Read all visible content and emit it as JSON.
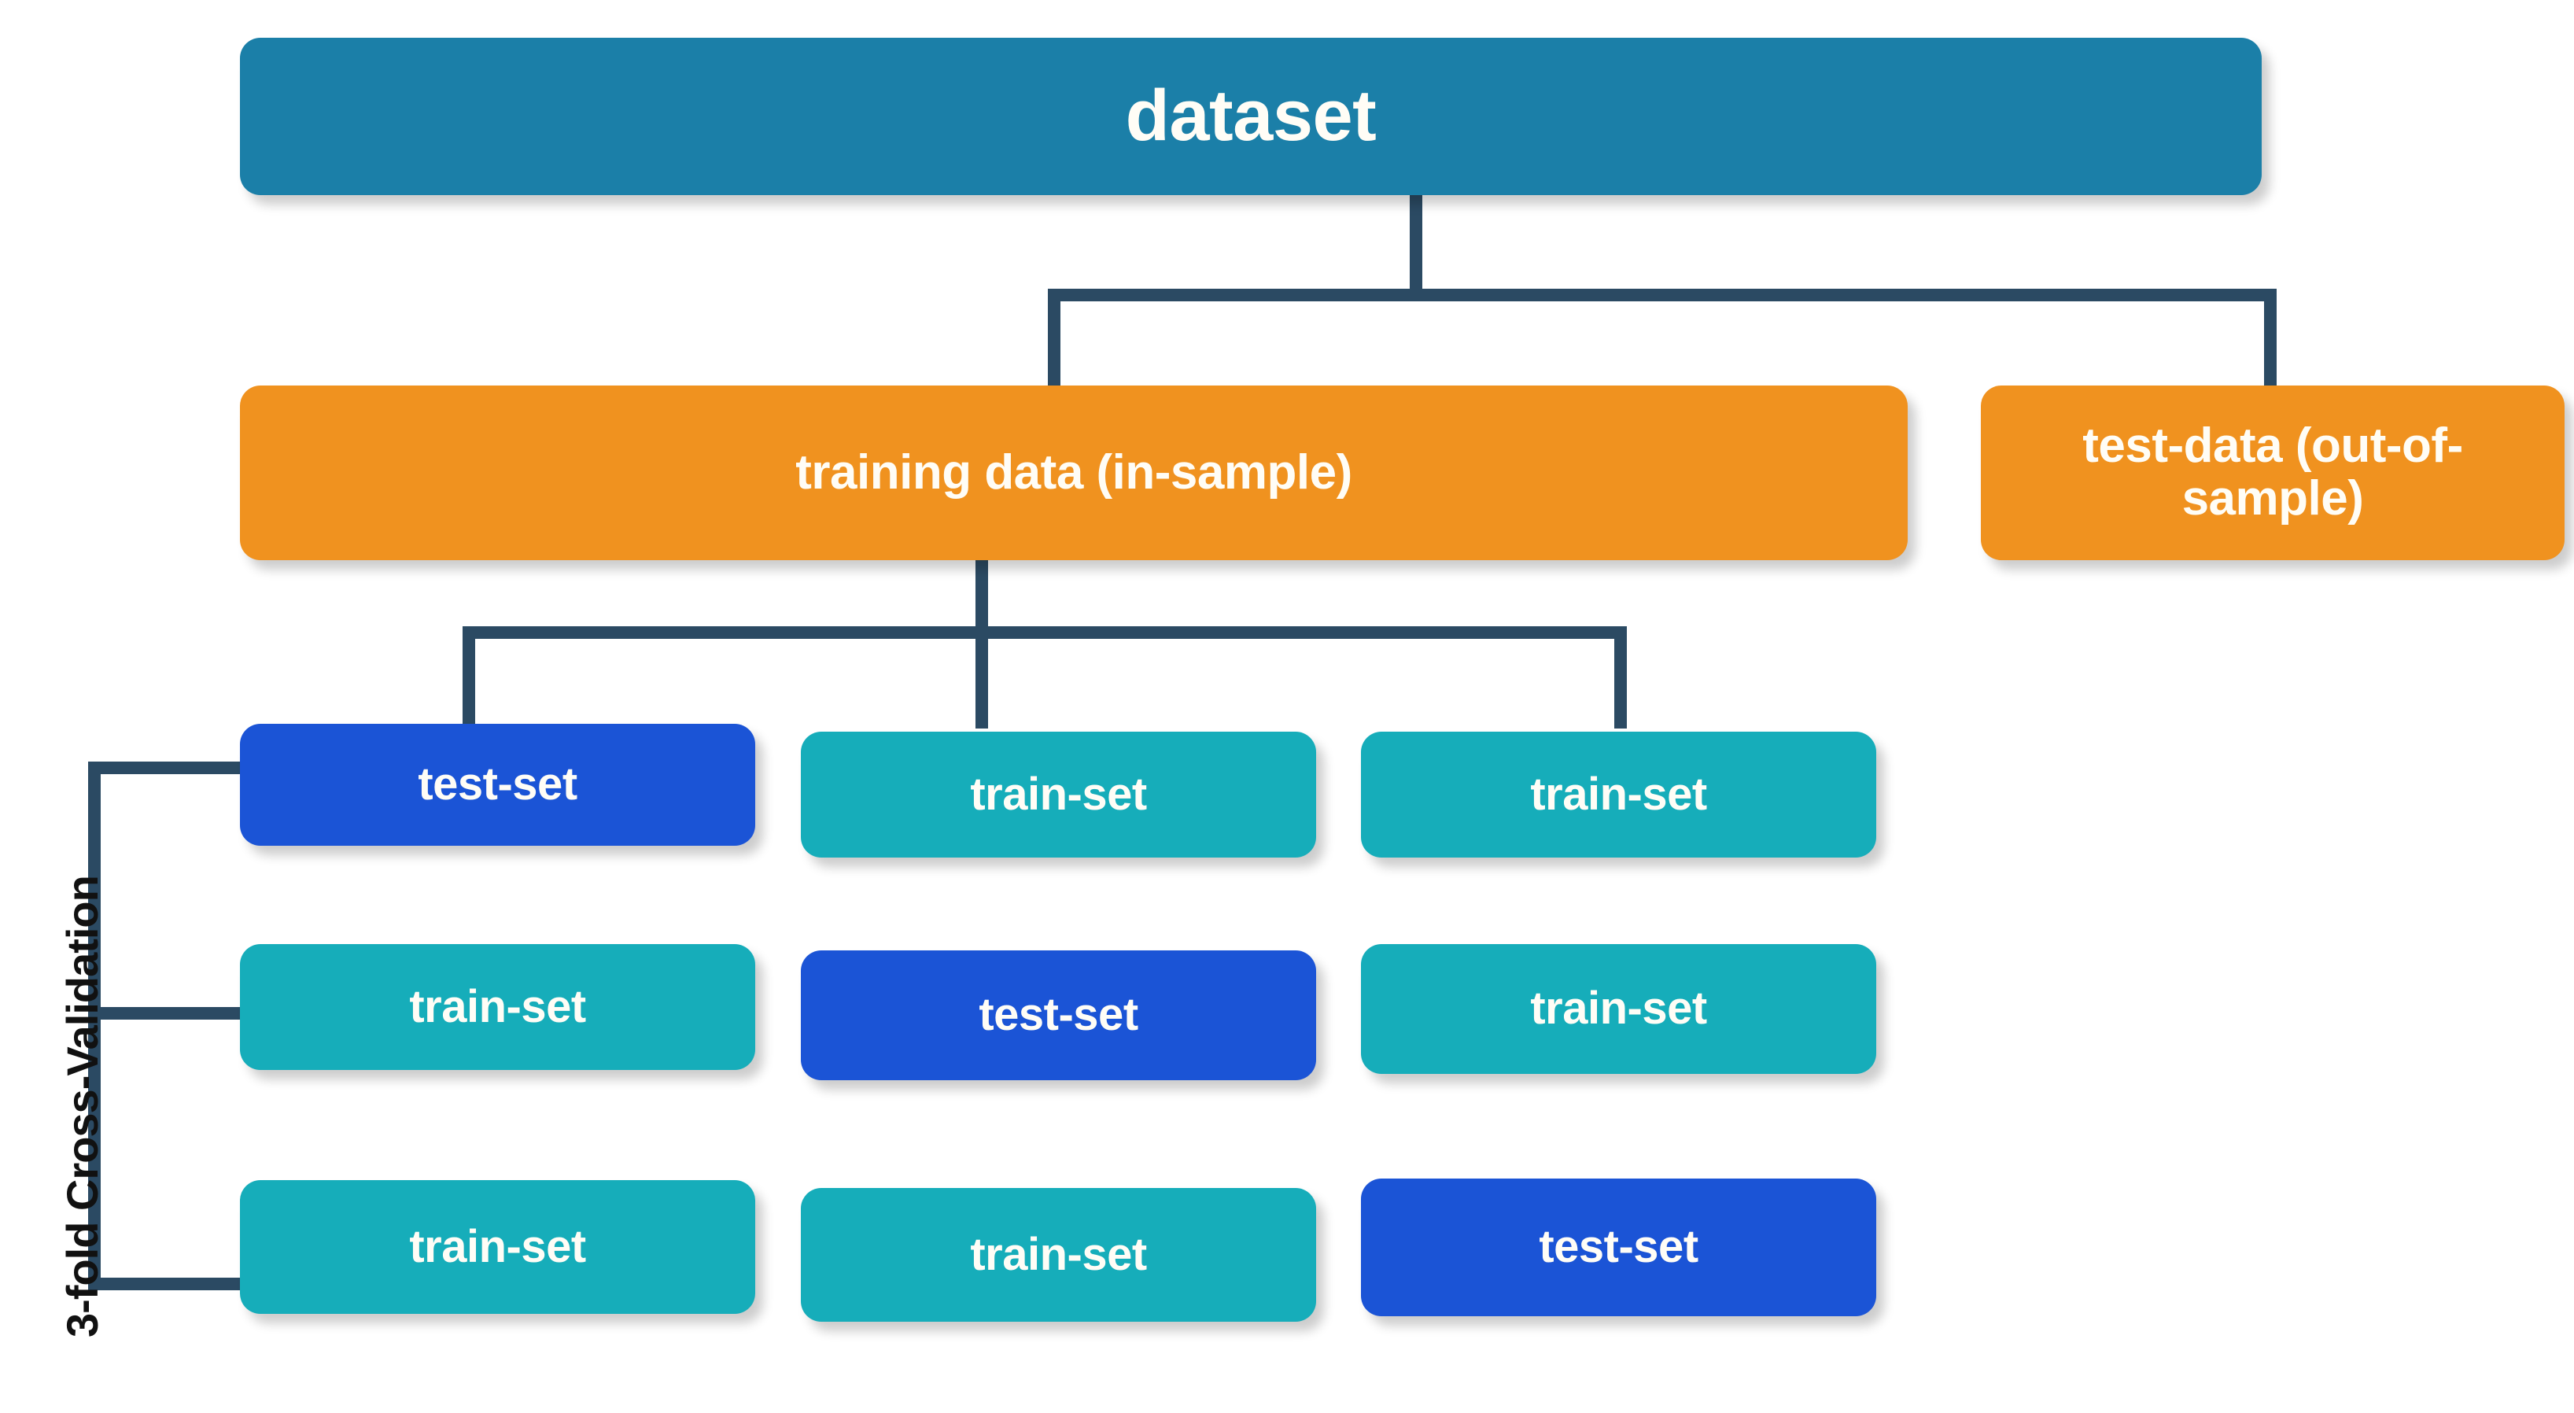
{
  "diagram": {
    "title_text": "dataset",
    "side_label": "3-fold Cross-Validation",
    "background_color": "#FFFFFF",
    "colors": {
      "root": "#1B7FA8",
      "split": "#F0921F",
      "train": "#16ADBA",
      "test": "#1B54D6",
      "connector": "#2B4A63",
      "node_text": "#FFFDF6",
      "side_label_text": "#111111"
    },
    "levels": {
      "root": {
        "label": "dataset"
      },
      "split": [
        {
          "label": "training data (in-sample)",
          "kind": "split"
        },
        {
          "label": "test-data (out-of-sample)",
          "kind": "split"
        }
      ]
    },
    "folds": {
      "row_count": 3,
      "column_count": 3,
      "rows": [
        {
          "fold_index": 1,
          "cells": [
            {
              "label": "test-set",
              "kind": "test"
            },
            {
              "label": "train-set",
              "kind": "train"
            },
            {
              "label": "train-set",
              "kind": "train"
            }
          ]
        },
        {
          "fold_index": 2,
          "cells": [
            {
              "label": "train-set",
              "kind": "train"
            },
            {
              "label": "test-set",
              "kind": "test"
            },
            {
              "label": "train-set",
              "kind": "train"
            }
          ]
        },
        {
          "fold_index": 3,
          "cells": [
            {
              "label": "train-set",
              "kind": "train"
            },
            {
              "label": "train-set",
              "kind": "train"
            },
            {
              "label": "test-set",
              "kind": "test"
            }
          ]
        }
      ]
    }
  },
  "chart_data": {
    "type": "diagram",
    "title": "dataset",
    "nodes": [
      {
        "id": "dataset",
        "label": "dataset",
        "level": 0,
        "color": "#1B7FA8"
      },
      {
        "id": "training-data",
        "label": "training data (in-sample)",
        "level": 1,
        "color": "#F0921F"
      },
      {
        "id": "test-data",
        "label": "test-data (out-of-sample)",
        "level": 1,
        "color": "#F0921F"
      },
      {
        "id": "fold1-c1",
        "label": "test-set",
        "level": 2,
        "color": "#1B54D6"
      },
      {
        "id": "fold1-c2",
        "label": "train-set",
        "level": 2,
        "color": "#16ADBA"
      },
      {
        "id": "fold1-c3",
        "label": "train-set",
        "level": 2,
        "color": "#16ADBA"
      },
      {
        "id": "fold2-c1",
        "label": "train-set",
        "level": 2,
        "color": "#16ADBA"
      },
      {
        "id": "fold2-c2",
        "label": "test-set",
        "level": 2,
        "color": "#1B54D6"
      },
      {
        "id": "fold2-c3",
        "label": "train-set",
        "level": 2,
        "color": "#16ADBA"
      },
      {
        "id": "fold3-c1",
        "label": "train-set",
        "level": 2,
        "color": "#16ADBA"
      },
      {
        "id": "fold3-c2",
        "label": "train-set",
        "level": 2,
        "color": "#16ADBA"
      },
      {
        "id": "fold3-c3",
        "label": "test-set",
        "level": 2,
        "color": "#1B54D6"
      }
    ],
    "edges": [
      {
        "from": "dataset",
        "to": "training-data"
      },
      {
        "from": "dataset",
        "to": "test-data"
      },
      {
        "from": "training-data",
        "to": "fold1-c1"
      },
      {
        "from": "training-data",
        "to": "fold1-c2"
      },
      {
        "from": "training-data",
        "to": "fold1-c3"
      }
    ],
    "annotations": [
      "3-fold Cross-Validation"
    ]
  }
}
